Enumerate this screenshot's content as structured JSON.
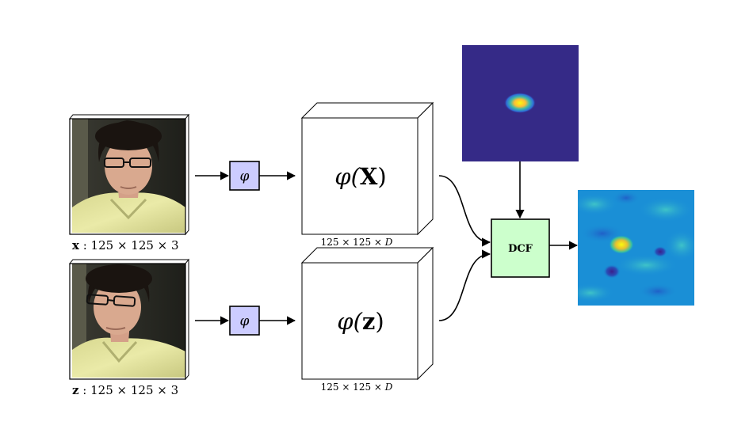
{
  "inputs": [
    {
      "var": "x",
      "dims": " : 125 × 125 × 3"
    },
    {
      "var": "z",
      "dims": " : 125 × 125 × 3"
    }
  ],
  "feature_extractor": {
    "symbol": "φ"
  },
  "feature_maps": [
    {
      "phi": "φ(",
      "var": "X",
      "close": ")",
      "dims_prefix": "125 × 125 × ",
      "dims_var": "D"
    },
    {
      "phi": "φ(",
      "var": "z",
      "close": ")",
      "dims_prefix": "125 × 125 × ",
      "dims_var": "D"
    }
  ],
  "dcf": {
    "label": "DCF",
    "color": "#ccffcc"
  },
  "colors": {
    "phi_box": "#ccccff",
    "gaussian_bg": "#352a87",
    "response_bg": "#1a8fd6"
  }
}
